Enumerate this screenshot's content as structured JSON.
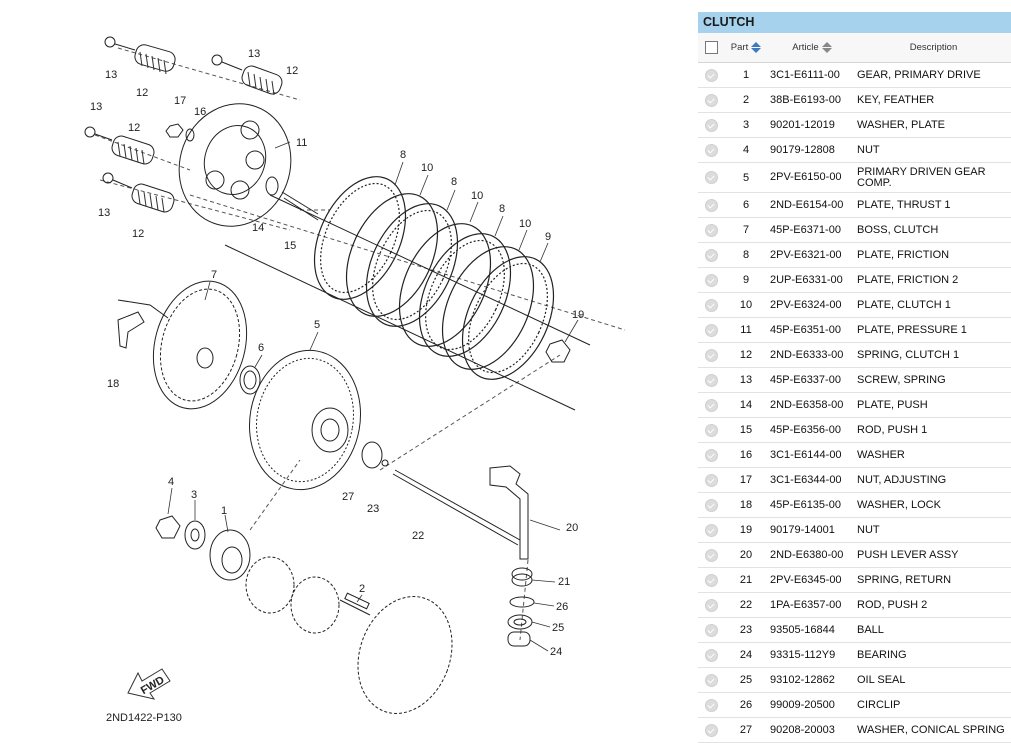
{
  "diagram": {
    "code": "2ND1422-P130",
    "fwd_label": "FWD",
    "callouts": [
      "13",
      "12",
      "13",
      "12",
      "17",
      "16",
      "13",
      "12",
      "11",
      "14",
      "15",
      "13",
      "12",
      "8",
      "10",
      "8",
      "10",
      "8",
      "10",
      "9",
      "7",
      "6",
      "5",
      "19",
      "18",
      "4",
      "3",
      "1",
      "27",
      "23",
      "22",
      "20",
      "2",
      "21",
      "26",
      "25",
      "24"
    ]
  },
  "panel": {
    "title": "CLUTCH",
    "columns": {
      "part": "Part",
      "article": "Article",
      "description": "Description"
    },
    "rows": [
      {
        "part": "1",
        "article": "3C1-E6111-00",
        "description": "GEAR, PRIMARY DRIVE"
      },
      {
        "part": "2",
        "article": "38B-E6193-00",
        "description": "KEY, FEATHER"
      },
      {
        "part": "3",
        "article": "90201-12019",
        "description": "WASHER, PLATE"
      },
      {
        "part": "4",
        "article": "90179-12808",
        "description": "NUT"
      },
      {
        "part": "5",
        "article": "2PV-E6150-00",
        "description": "PRIMARY DRIVEN GEAR COMP."
      },
      {
        "part": "6",
        "article": "2ND-E6154-00",
        "description": "PLATE, THRUST 1"
      },
      {
        "part": "7",
        "article": "45P-E6371-00",
        "description": "BOSS, CLUTCH"
      },
      {
        "part": "8",
        "article": "2PV-E6321-00",
        "description": "PLATE, FRICTION"
      },
      {
        "part": "9",
        "article": "2UP-E6331-00",
        "description": "PLATE, FRICTION 2"
      },
      {
        "part": "10",
        "article": "2PV-E6324-00",
        "description": "PLATE, CLUTCH 1"
      },
      {
        "part": "11",
        "article": "45P-E6351-00",
        "description": "PLATE, PRESSURE 1"
      },
      {
        "part": "12",
        "article": "2ND-E6333-00",
        "description": "SPRING, CLUTCH 1"
      },
      {
        "part": "13",
        "article": "45P-E6337-00",
        "description": "SCREW, SPRING"
      },
      {
        "part": "14",
        "article": "2ND-E6358-00",
        "description": "PLATE, PUSH"
      },
      {
        "part": "15",
        "article": "45P-E6356-00",
        "description": "ROD, PUSH 1"
      },
      {
        "part": "16",
        "article": "3C1-E6144-00",
        "description": "WASHER"
      },
      {
        "part": "17",
        "article": "3C1-E6344-00",
        "description": "NUT, ADJUSTING"
      },
      {
        "part": "18",
        "article": "45P-E6135-00",
        "description": "WASHER, LOCK"
      },
      {
        "part": "19",
        "article": "90179-14001",
        "description": "NUT"
      },
      {
        "part": "20",
        "article": "2ND-E6380-00",
        "description": "PUSH LEVER ASSY"
      },
      {
        "part": "21",
        "article": "2PV-E6345-00",
        "description": "SPRING, RETURN"
      },
      {
        "part": "22",
        "article": "1PA-E6357-00",
        "description": "ROD, PUSH 2"
      },
      {
        "part": "23",
        "article": "93505-16844",
        "description": "BALL"
      },
      {
        "part": "24",
        "article": "93315-112Y9",
        "description": "BEARING"
      },
      {
        "part": "25",
        "article": "93102-12862",
        "description": "OIL SEAL"
      },
      {
        "part": "26",
        "article": "99009-20500",
        "description": "CIRCLIP"
      },
      {
        "part": "27",
        "article": "90208-20003",
        "description": "WASHER, CONICAL SPRING"
      }
    ]
  }
}
